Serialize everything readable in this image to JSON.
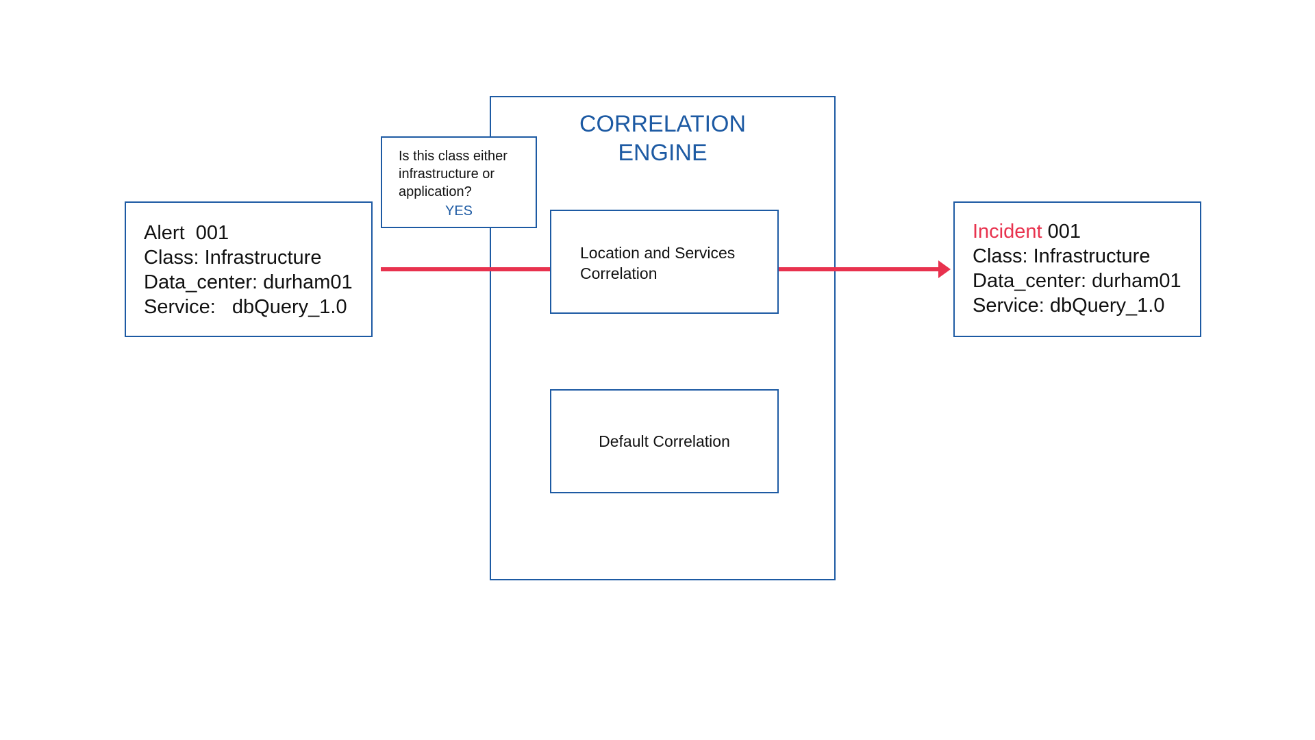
{
  "alert": {
    "lines": [
      "Alert  001",
      "Class: Infrastructure",
      "Data_center: durham01",
      "Service:   dbQuery_1.0"
    ]
  },
  "engine": {
    "title": "CORRELATION\nENGINE",
    "question": "Is this class either\ninfrastructure or\napplication?",
    "answer": "YES",
    "location_correlation": "Location and Services\nCorrelation",
    "default_correlation": "Default Correlation"
  },
  "incident": {
    "label": "Incident",
    "id": "001",
    "lines": [
      "Class: Infrastructure",
      "Data_center: durham01",
      "Service: dbQuery_1.0"
    ]
  },
  "colors": {
    "border": "#1d5aa3",
    "title": "#1d5aa3",
    "arrow": "#e8324e",
    "incident_label": "#e8324e"
  }
}
